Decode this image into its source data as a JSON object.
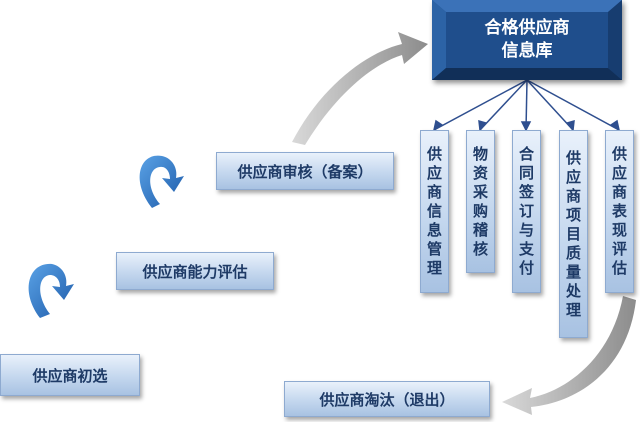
{
  "library": {
    "line1": "合格供应商",
    "line2": "信息库"
  },
  "steps": {
    "initial": "供应商初选",
    "capability": "供应商能力评估",
    "review": "供应商审核（备案）",
    "elimination": "供应商淘汰（退出）"
  },
  "modules": [
    [
      "供",
      "应",
      "商",
      "信",
      "息",
      "管",
      "理"
    ],
    [
      "物",
      "资",
      "采",
      "购",
      "稽",
      "核"
    ],
    [
      "合",
      "同",
      "签",
      "订",
      "与",
      "支",
      "付"
    ],
    [
      "供",
      "应",
      "商",
      "项",
      "目",
      "质",
      "量",
      "处",
      "理"
    ],
    [
      "供",
      "应",
      "商",
      "表",
      "现",
      "评",
      "估"
    ]
  ],
  "colors": {
    "library_bg": "#1f4e8c",
    "box_text": "#1e3a66",
    "connector": "#2f4f8f",
    "arrow": "#9a9a9a",
    "turn_arrow": "#2a6fc0"
  }
}
